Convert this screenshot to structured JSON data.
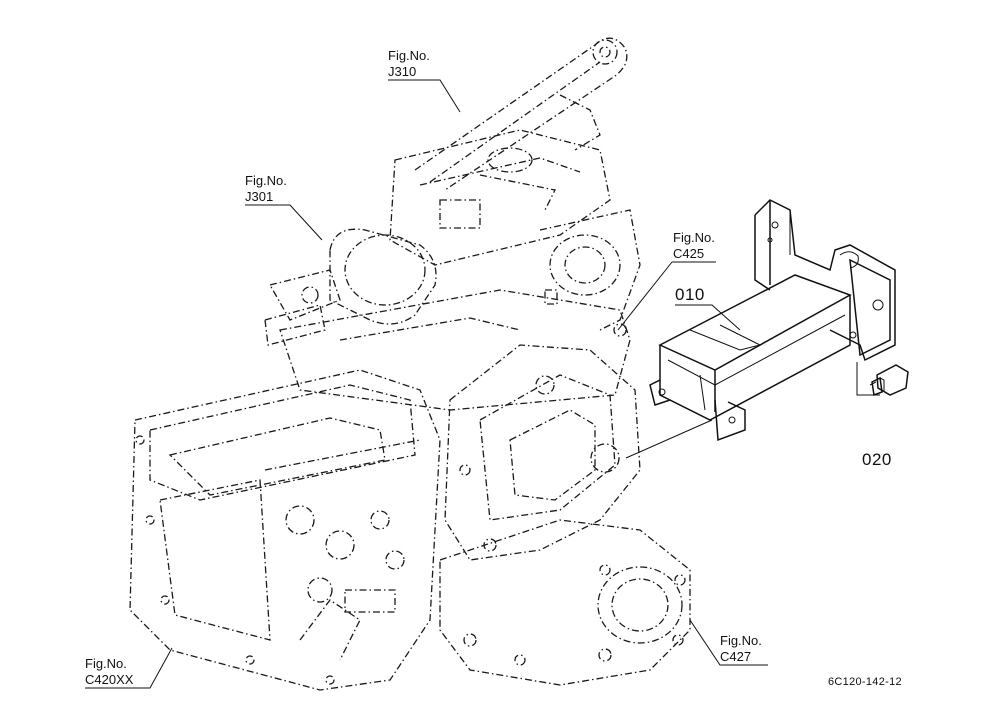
{
  "figure_refs": {
    "j310": {
      "line1": "Fig.No.",
      "line2": "J310"
    },
    "j301": {
      "line1": "Fig.No.",
      "line2": "J301"
    },
    "c425": {
      "line1": "Fig.No.",
      "line2": "C425"
    },
    "c427": {
      "line1": "Fig.No.",
      "line2": "C427"
    },
    "c420xx": {
      "line1": "Fig.No.",
      "line2": "C420XX"
    }
  },
  "parts": {
    "p010": "010",
    "p020": "020"
  },
  "drawing_code": "6C120-142-12"
}
